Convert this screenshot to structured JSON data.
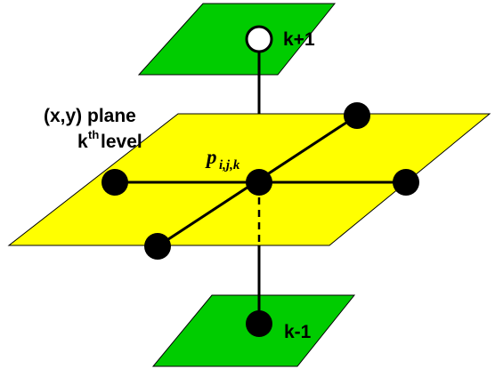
{
  "colors": {
    "level_plane": "#ffff00",
    "neighbor_planes": "#00cc00",
    "outline": "#000000",
    "node": "#000000",
    "hollow_node": "#ffffff"
  },
  "labels": {
    "plane_line1": "(x,y)  plane",
    "plane_k": "k",
    "plane_th": "th",
    "plane_level": " level",
    "point_p": "p",
    "point_subscript": "i,j,k",
    "top_level": "k+1",
    "bottom_level": "k-1"
  }
}
